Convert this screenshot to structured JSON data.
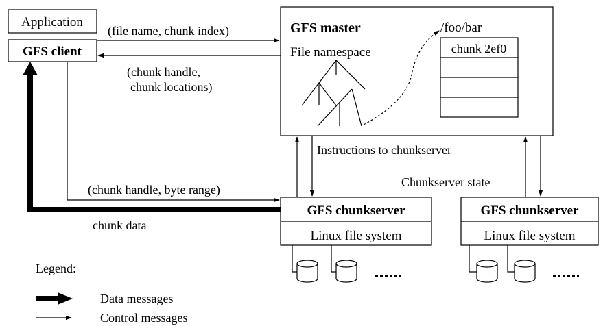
{
  "client": {
    "application_label": "Application",
    "gfs_client_label": "GFS client"
  },
  "master": {
    "title": "GFS master",
    "namespace_label": "File namespace",
    "path_label": "/foo/bar",
    "chunk_label": "chunk 2ef0"
  },
  "messages": {
    "request": "(file name, chunk index)",
    "reply_line1": "(chunk handle,",
    "reply_line2": "chunk locations)",
    "instructions": "Instructions to chunkserver",
    "chunkserver_state": "Chunkserver state",
    "byte_range_request": "(chunk handle, byte range)",
    "chunk_data": "chunk data"
  },
  "chunkservers": [
    {
      "title": "GFS chunkserver",
      "fs_label": "Linux file system"
    },
    {
      "title": "GFS chunkserver",
      "fs_label": "Linux file system"
    }
  ],
  "legend": {
    "title": "Legend:",
    "data_messages": "Data messages",
    "control_messages": "Control messages"
  }
}
